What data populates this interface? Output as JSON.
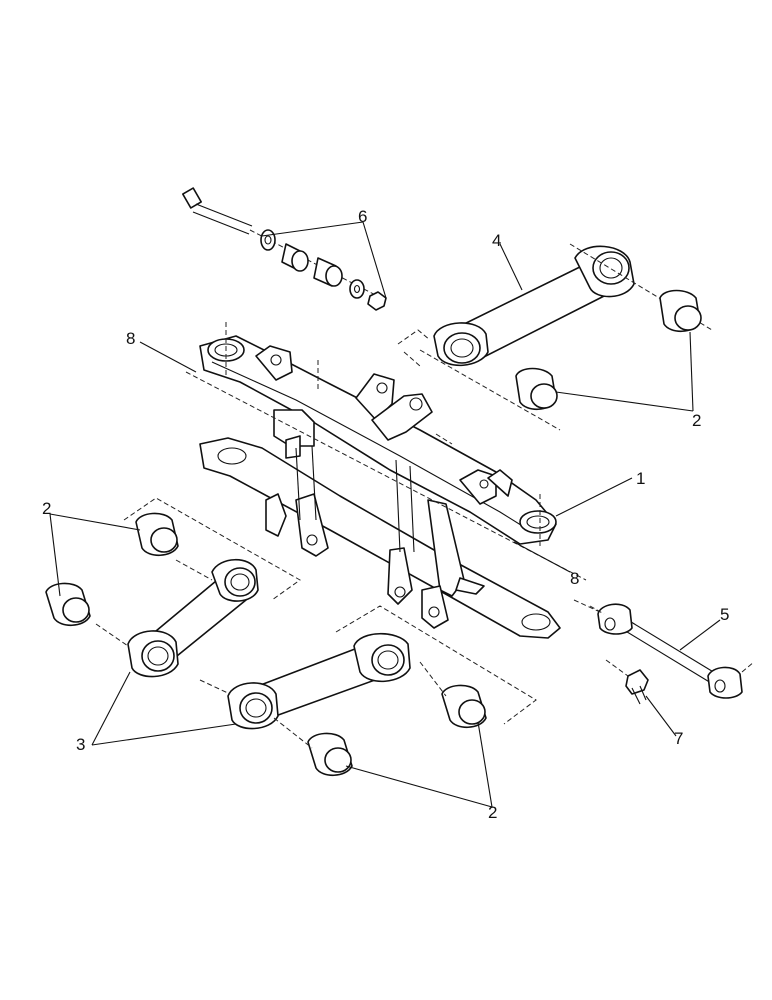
{
  "callouts": {
    "c1": "1",
    "c2a": "2",
    "c2b": "2",
    "c2c": "2",
    "c3": "3",
    "c4": "4",
    "c5": "5",
    "c6": "6",
    "c7": "7",
    "c8a": "8",
    "c8b": "8"
  }
}
